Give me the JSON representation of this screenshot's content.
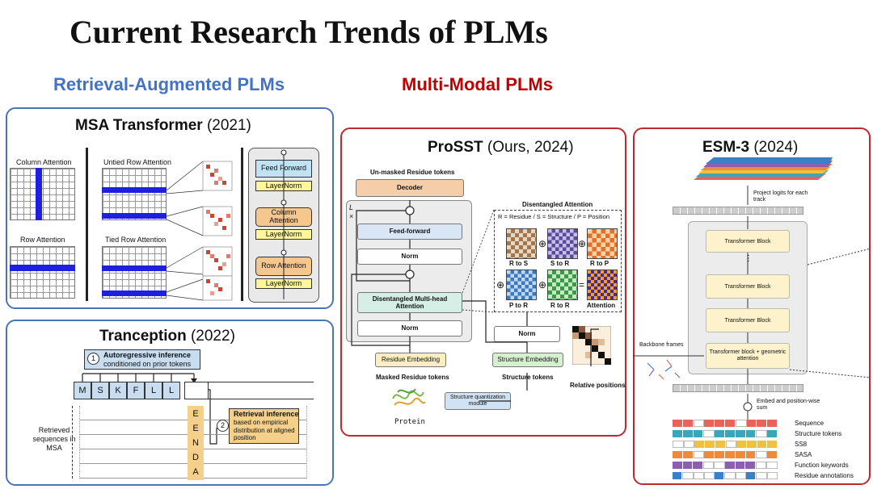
{
  "slide_title": "Current Research Trends of PLMs",
  "heading_retrieval": "Retrieval-Augmented PLMs",
  "heading_multimodal": "Multi-Modal PLMs",
  "msa": {
    "title_bold": "MSA Transformer",
    "title_year": "(2021)",
    "column_attention": "Column Attention",
    "row_attention": "Row Attention",
    "untied_row_attention": "Untied Row Attention",
    "tied_row_attention": "Tied Row Attention",
    "feed_forward": "Feed Forward",
    "layernorm": "LayerNorm",
    "column_attention_block": "Column Attention",
    "row_attention_block": "Row Attention"
  },
  "tranception": {
    "title_bold": "Tranception",
    "title_year": "(2022)",
    "step1_num": "1",
    "step1_bold": "Autoregressive inference",
    "step1_text": "conditioned on prior tokens",
    "tokens": [
      "M",
      "S",
      "K",
      "F",
      "L",
      "L"
    ],
    "msa_tokens": [
      "E",
      "E",
      "N",
      "D",
      "A"
    ],
    "step2_num": "2",
    "step2_bold": "Retrieval inference",
    "step2_text": "based on empirical distribution at aligned position",
    "retrieved_label": "Retrieved sequences in MSA"
  },
  "prosst": {
    "title_bold": "ProSST",
    "title_rest": "(Ours, 2024)",
    "unmasked": "Un-masked Residue tokens",
    "decoder": "Decoder",
    "feed_forward": "Feed-forward",
    "norm": "Norm",
    "disentangled_mha": "Disentangled Multi-head Attention",
    "residue_embedding": "Residue Embedding",
    "masked_residue": "Masked Residue tokens",
    "structure_embedding": "Structure Embedding",
    "structure_tokens": "Structure tokens",
    "protein": "Protein",
    "sq_module": "Structure quantization module",
    "relative_positions": "Relative positions",
    "layer_l": "L",
    "layer_x": "×",
    "dis_attention": "Disentangled Attention",
    "dis_legend": "R = Residue / S = Structure / P = Position",
    "matrices": [
      "R to S",
      "S to R",
      "R to P",
      "P to R",
      "R to R",
      "Attention"
    ],
    "plus": "⊕",
    "equals": "="
  },
  "esm3": {
    "title_bold": "ESM-3",
    "title_year": "(2024)",
    "project_logits": "Project logits for each track",
    "transformer_block": "Transformer Block",
    "geo_block": "Transformer block + geometric attention",
    "backbone_frames": "Backbone frames",
    "embed_sum": "Embed and position-wise sum",
    "dots": "⋮",
    "tracks": [
      "Sequence",
      "Structure tokens",
      "SS8",
      "SASA",
      "Function keywords",
      "Residue annotations"
    ],
    "track_colors": [
      "#e8645a",
      "#3aa6b8",
      "#f0c040",
      "#ef8a3a",
      "#8e5fb0",
      "#3c7fc4"
    ]
  }
}
